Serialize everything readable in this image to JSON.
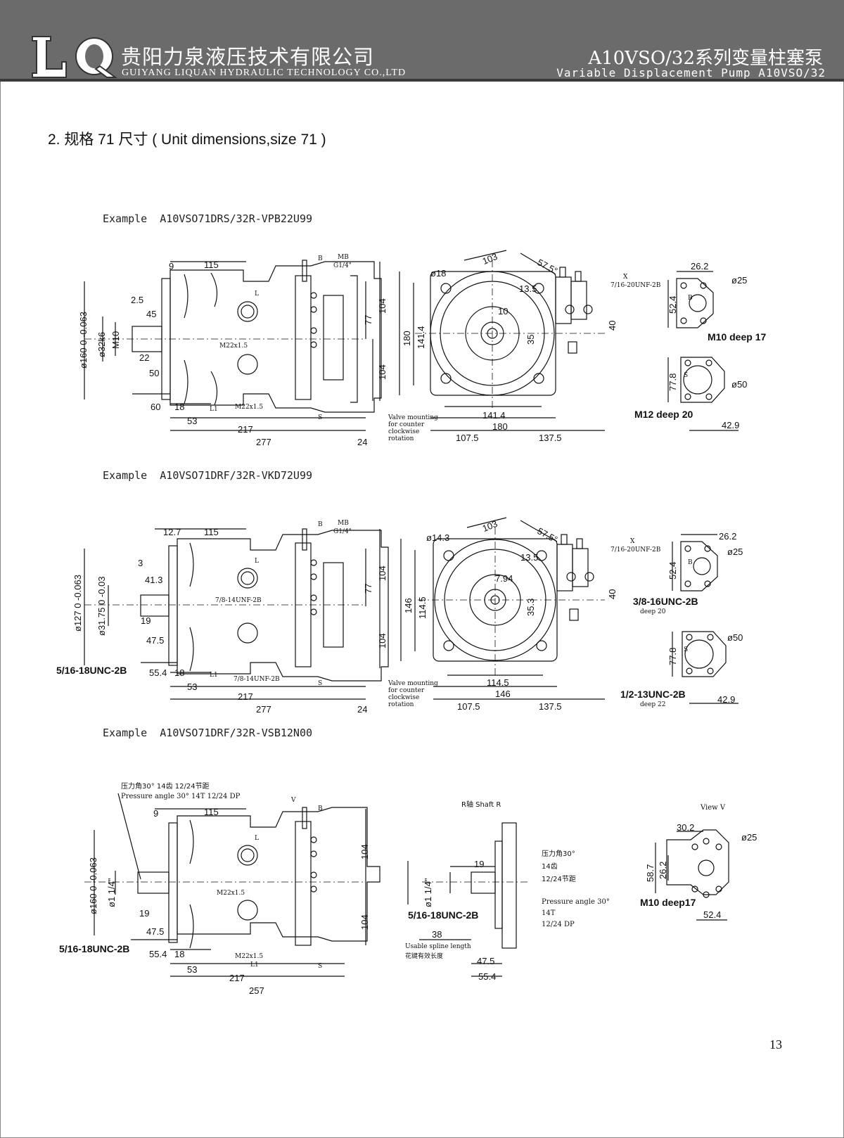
{
  "header": {
    "company_cn": "贵阳力泉液压技术有限公司",
    "company_en": "GUIYANG LIQUAN HYDRAULIC TECHNOLOGY CO.,LTD",
    "product_cn": "A10VSO/32系列变量柱塞泵",
    "product_en": "Variable Displacement Pump A10VSO/32",
    "logo_text": "LQ"
  },
  "section_title": "2. 规格 71 尺寸 ( Unit dimensions,size 71 )",
  "examples": [
    "Example  A10VSO71DRS/32R-VPB22U99",
    "Example  A10VSO71DRF/32R-VKD72U99",
    "Example  A10VSO71DRF/32R-VSB12N00"
  ],
  "drawing1": {
    "labels": [
      "9",
      "115",
      "B",
      "MB",
      "G1/4\"",
      "2.5",
      "45",
      "ø160 0 -0.063",
      "ø32k6",
      "M10",
      "22",
      "50",
      "L",
      "M22x1.5",
      "77",
      "104",
      "104",
      "60",
      "18",
      "L1",
      "53",
      "217",
      "277",
      "24",
      "M22x1.5",
      "S",
      "Valve mounting",
      "for counter",
      "clockwise",
      "rotation",
      "ø18",
      "103",
      "57.5°",
      "13.5",
      "10",
      "35",
      "180",
      "141.4",
      "141.4",
      "180",
      "107.5",
      "137.5",
      "40",
      "X",
      "7/16-20UNF-2B",
      "26.2",
      "ø25",
      "52.4",
      "B",
      "M10 deep 17",
      "77.8",
      "S",
      "ø50",
      "M12 deep 20",
      "42.9"
    ]
  },
  "drawing2": {
    "labels": [
      "12.7",
      "115",
      "B",
      "MB",
      "G1/4\"",
      "3",
      "41.3",
      "ø127 0 -0.063",
      "ø31.75 0 -0.03",
      "7/8-14UNF-2B",
      "19",
      "47.5",
      "5/16-18UNC-2B",
      "55.4",
      "18",
      "L1",
      "7/8-14UNF-2B",
      "53",
      "217",
      "277",
      "24",
      "77",
      "104",
      "104",
      "L",
      "S",
      "Valve mounting",
      "for counter",
      "clockwise",
      "rotation",
      "ø14.3",
      "103",
      "57.5°",
      "13.5",
      "7.94",
      "35.3",
      "146",
      "114.5",
      "114.5",
      "146",
      "107.5",
      "137.5",
      "40",
      "X",
      "7/16-20UNF-2B",
      "26.2",
      "ø25",
      "52.4",
      "B",
      "3/8-16UNC-2B",
      "deep 20",
      "77.8",
      "S",
      "ø50",
      "1/2-13UNC-2B",
      "deep 22",
      "42.9"
    ]
  },
  "drawing3": {
    "pressure_cn": "压力角30° 14齿 12/24节距",
    "pressure_en": "Pressure angle 30° 14T 12/24 DP",
    "labels": [
      "V",
      "B",
      "9",
      "115",
      "ø160 0 -0.063",
      "ø1 1/4\"",
      "19",
      "47.5",
      "5/16-18UNC-2B",
      "55.4",
      "18",
      "L",
      "M22x1.5",
      "M22x1.5",
      "L1",
      "53",
      "217",
      "257",
      "104",
      "104",
      "S"
    ],
    "shaft_title": "R轴  Shaft R",
    "shaft_labels": [
      "19",
      "ø1 1/4\"",
      "5/16-18UNC-2B",
      "38",
      "Usable spline length",
      "花键有效长度",
      "47.5",
      "55.4"
    ],
    "shaft_notes": [
      "压力角30°",
      "14齿",
      "12/24节距",
      "Pressure angle 30°",
      "14T",
      "12/24 DP"
    ],
    "view_title": "View V",
    "view_labels": [
      "30.2",
      "ø25",
      "58.7",
      "26.2",
      "M10 deep17",
      "52.4"
    ]
  },
  "page_number": "13"
}
